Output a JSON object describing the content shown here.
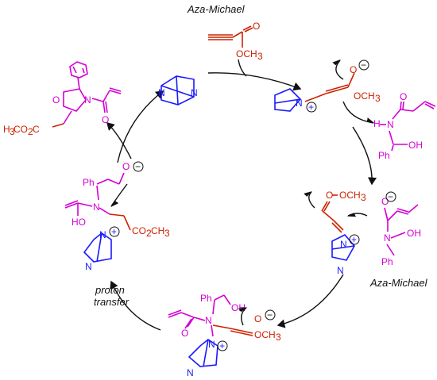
{
  "labels": {
    "step_top": "Aza-Michael",
    "step_right": "Aza-Michael",
    "step_left_line1": "proton",
    "step_left_line2": "transfer"
  },
  "atoms": {
    "och3": "OCH",
    "och3_sub": "3",
    "o": "O",
    "n": "N",
    "h": "H",
    "oh": "OH",
    "ho": "HO",
    "ph": "Ph",
    "co2ch3": "CO",
    "co2ch3_sub1": "2",
    "co2ch3_tail": "CH",
    "h3co2c_a": "H",
    "h3co2c_b": "3",
    "h3co2c_c": "CO",
    "h3co2c_d": "2",
    "h3co2c_e": "C",
    "plus": "+",
    "minus": "−"
  },
  "colors": {
    "black": "#111111",
    "blue": "#1a1aff",
    "magenta": "#d400d4",
    "red": "#cc2200"
  }
}
